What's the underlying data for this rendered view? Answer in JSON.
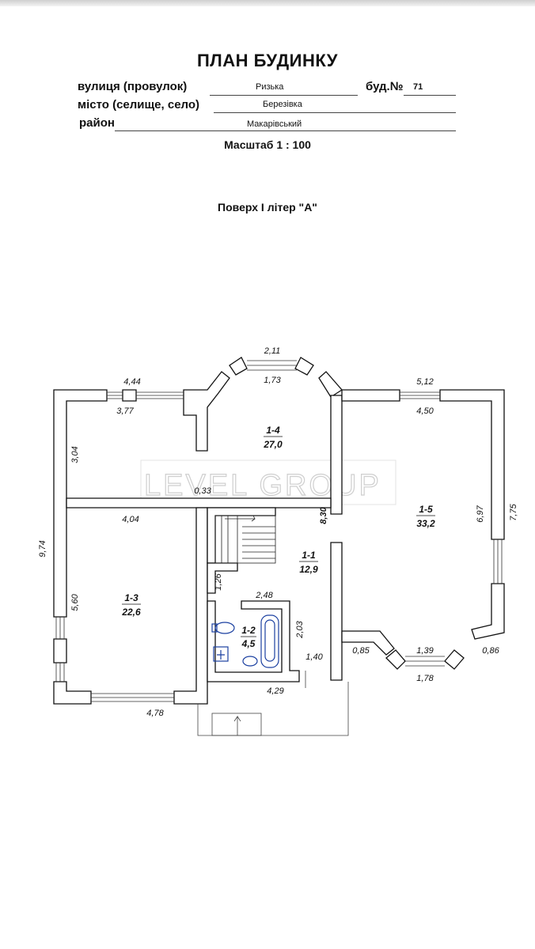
{
  "header": {
    "title": "ПЛАН БУДИНКУ",
    "street_label": "вулиця (провулок)",
    "street_value": "Ризька",
    "building_label": "буд.№",
    "building_value": "71",
    "city_label": "місто (селище, село)",
    "city_value": "Березівка",
    "district_label": "район",
    "district_value": "Макарівський",
    "scale": "Масштаб 1 : 100"
  },
  "floor_title": "Поверх I літер \"А\"",
  "watermark": "LEVEL GROUP",
  "rooms": {
    "r1_1": {
      "id": "1-1",
      "area": "12,9"
    },
    "r1_2": {
      "id": "1-2",
      "area": "4,5"
    },
    "r1_3": {
      "id": "1-3",
      "area": "22,6"
    },
    "r1_4": {
      "id": "1-4",
      "area": "27,0"
    },
    "r1_5": {
      "id": "1-5",
      "area": "33,2"
    }
  },
  "dimensions": {
    "d_2_11": "2,11",
    "d_1_73": "1,73",
    "d_4_44": "4,44",
    "d_3_77": "3,77",
    "d_5_12": "5,12",
    "d_4_50": "4,50",
    "d_3_04": "3,04",
    "d_9_74": "9,74",
    "d_0_33": "0,33",
    "d_4_04": "4,04",
    "d_8_30": "8,30",
    "d_6_97": "6,97",
    "d_7_75": "7,75",
    "d_5_60": "5,60",
    "d_1_26": "1,26",
    "d_2_48": "2,48",
    "d_2_03": "2,03",
    "d_1_40": "1,40",
    "d_0_85": "0,85",
    "d_1_39": "1,39",
    "d_0_86": "0,86",
    "d_1_78": "1,78",
    "d_4_29": "4,29",
    "d_4_78": "4,78"
  }
}
